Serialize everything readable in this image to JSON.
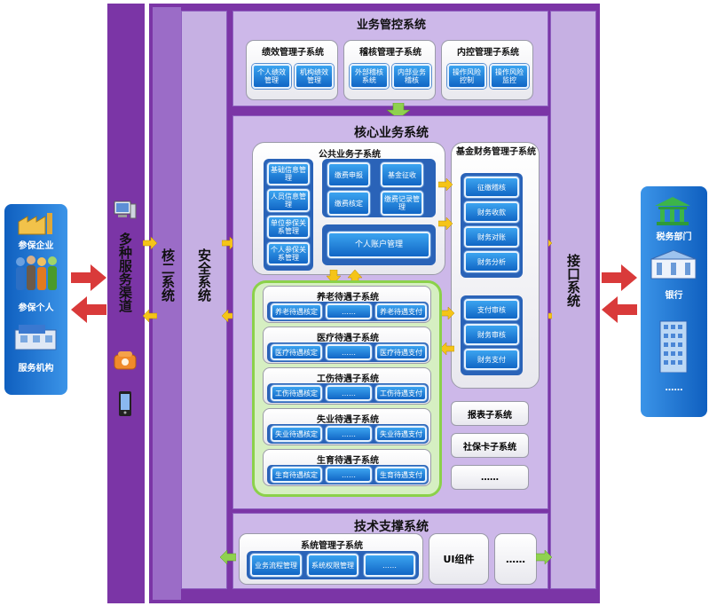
{
  "colors": {
    "outer_purple": "#7b35a6",
    "mid_purple": "#9b6cc7",
    "light_purple": "#c9b3e6",
    "btn_blue": "#1e80dd",
    "left_panel": "#1f78d6",
    "green_border": "#8bd14a"
  },
  "left_panel": {
    "items": [
      {
        "label": "参保企业",
        "icon": "factory-icon"
      },
      {
        "label": "参保个人",
        "icon": "people-icon"
      },
      {
        "label": "服务机构",
        "icon": "building-icon"
      }
    ]
  },
  "right_panel": {
    "items": [
      {
        "label": "税务部门",
        "icon": "bank-icon"
      },
      {
        "label": "银行",
        "icon": "bank-building-icon"
      },
      {
        "label": "……",
        "icon": "tower-icon"
      }
    ]
  },
  "columns": {
    "service_channels": "多种服务渠道",
    "core2": "核二系统",
    "security": "安全系统",
    "interface": "接口系统"
  },
  "business_control": {
    "title": "业务管控系统",
    "groups": [
      {
        "title": "绩效管理子系统",
        "buttons": [
          "个人绩效管理",
          "机构绩效管理"
        ]
      },
      {
        "title": "稽核管理子系统",
        "buttons": [
          "外部稽核系统",
          "内部业务稽核"
        ]
      },
      {
        "title": "内控管理子系统",
        "buttons": [
          "操作风险控制",
          "操作风险监控"
        ]
      }
    ]
  },
  "core": {
    "title": "核心业务系统",
    "public": {
      "title": "公共业务子系统",
      "left_buttons": [
        "基础信息管理",
        "人员信息管理",
        "单位参保关系管理",
        "个人参保关系管理"
      ],
      "mid_buttons": [
        "缴费申报",
        "缴费核定"
      ],
      "right_buttons": [
        "基金征收",
        "缴费记录管理"
      ],
      "account": "个人账户管理"
    },
    "fund": {
      "title": "基金财务管理子系统",
      "top": [
        "征缴稽核",
        "财务收款",
        "财务对账",
        "财务分析"
      ],
      "bottom": [
        "支付审核",
        "财务审核",
        "财务支付"
      ]
    },
    "benefits": [
      {
        "title": "养老待遇子系统",
        "buttons": [
          "养老待遇核定",
          "……",
          "养老待遇支付"
        ]
      },
      {
        "title": "医疗待遇子系统",
        "buttons": [
          "医疗待遇核定",
          "……",
          "医疗待遇支付"
        ]
      },
      {
        "title": "工伤待遇子系统",
        "buttons": [
          "工伤待遇核定",
          "……",
          "工伤待遇支付"
        ]
      },
      {
        "title": "失业待遇子系统",
        "buttons": [
          "失业待遇核定",
          "……",
          "失业待遇支付"
        ]
      },
      {
        "title": "生育待遇子系统",
        "buttons": [
          "生育待遇核定",
          "……",
          "生育待遇支付"
        ]
      }
    ],
    "side_boxes": [
      "报表子系统",
      "社保卡子系统",
      "……"
    ]
  },
  "tech": {
    "title": "技术支撑系统",
    "sys_mgmt": {
      "title": "系统管理子系统",
      "buttons": [
        "业务流程管理",
        "系统权限管理",
        "……"
      ]
    },
    "ui": "UI组件",
    "more": "……"
  }
}
